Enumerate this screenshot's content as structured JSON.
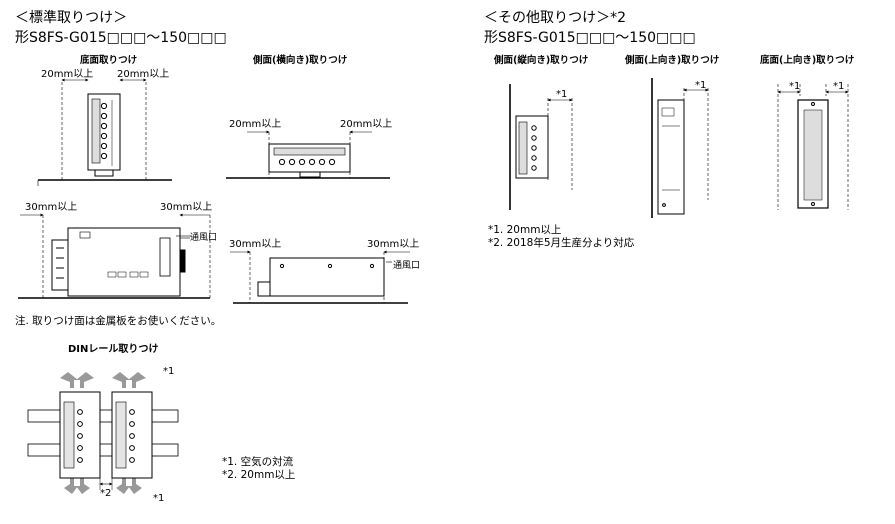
{
  "left_section": {
    "heading": "＜標準取りつけ＞",
    "model": "形S8FS-G015□□□～150□□□",
    "caption_bottom": "底面取りつけ",
    "caption_side_horizontal": "側面(横向き)取りつけ",
    "dim_top_left": "20mm以上",
    "dim_top_right": "20mm以上",
    "dim_side_left": "20mm以上",
    "dim_side_right": "20mm以上",
    "dim_30_a_left": "30mm以上",
    "dim_30_a_right": "30mm以上",
    "vent_a": "通風口",
    "dim_30_b_left": "30mm以上",
    "dim_30_b_right": "30mm以上",
    "vent_b": "通風口",
    "note": "注. 取りつけ面は金属板をお使いください。"
  },
  "din_section": {
    "caption": "DINレール取りつけ",
    "star1_top": "*1",
    "star2": "*2",
    "star1_bottom": "*1",
    "note1": "*1. 空気の対流",
    "note2": "*2. 20mm以上"
  },
  "right_section": {
    "heading": "＜その他取りつけ＞*2",
    "model": "形S8FS-G015□□□～150□□□",
    "caption_side_vertical": "側面(縦向き)取りつけ",
    "caption_side_up": "側面(上向き)取りつけ",
    "caption_bottom_up": "底面(上向き)取りつけ",
    "star_a": "*1",
    "star_b": "*1",
    "star_c": "*1",
    "star_d": "*1",
    "note1": "*1. 20mm以上",
    "note2": "*2. 2018年5月生産分より対応"
  }
}
